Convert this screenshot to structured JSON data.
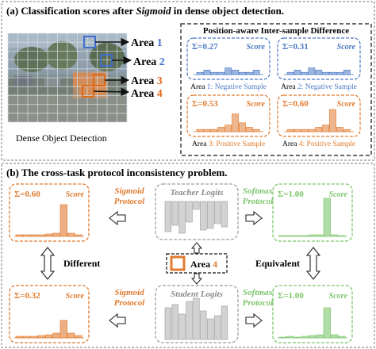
{
  "panel_a": {
    "title_prefix": "(a) Classification scores after ",
    "title_emph": "Sigmoid",
    "title_suffix": " in dense object detection.",
    "image_caption": "Dense Object Detection",
    "subpanel_title": "Position-aware Inter-sample Difference",
    "area_word": "Area",
    "areas": [
      {
        "num": "1",
        "sum": "Σ=0.27",
        "score": "Score",
        "caption_prefix": "Area ",
        "caption_num": "1",
        "caption_suffix": ": Negative Sample",
        "color": "#4a78c4",
        "heights": [
          1,
          2,
          1,
          1,
          3,
          2,
          1,
          1,
          2
        ]
      },
      {
        "num": "2",
        "sum": "Σ=0.31",
        "score": "Score",
        "caption_prefix": "Area ",
        "caption_num": "2",
        "caption_suffix": ": Negative Sample",
        "color": "#4a78c4",
        "heights": [
          1,
          2,
          1,
          3,
          2,
          1,
          1,
          1,
          2
        ]
      },
      {
        "num": "3",
        "sum": "Σ=0.53",
        "score": "Score",
        "caption_prefix": "Area ",
        "caption_num": "3",
        "caption_suffix": ": Positive Sample",
        "color": "#e07a2e",
        "heights": [
          1,
          1,
          1,
          2,
          3,
          8,
          4,
          2,
          1
        ]
      },
      {
        "num": "4",
        "sum": "Σ=0.60",
        "score": "Score",
        "caption_prefix": "Area ",
        "caption_num": "4",
        "caption_suffix": ": Positive Sample",
        "color": "#e07a2e",
        "heights": [
          1,
          1,
          1,
          1,
          2,
          3,
          10,
          2,
          1
        ]
      }
    ]
  },
  "panel_b": {
    "title": "(b) The cross-task protocol inconsistency problem.",
    "teacher_logits": "Teacher Logits",
    "student_logits": "Student Logits",
    "sigmoid_protocol": [
      "Sigmoid",
      "Protocol"
    ],
    "softmax_protocol": [
      "Softmax",
      "Protocol"
    ],
    "different": "Different",
    "equivalent": "Equivalent",
    "area_label": "Area",
    "area_num": "4",
    "score": "Score",
    "teacher_sigmoid_sum": "Σ=0.60",
    "teacher_softmax_sum": "Σ=1.00",
    "student_sigmoid_sum": "Σ=0.32",
    "student_softmax_sum": "Σ=1.00",
    "colors": {
      "sigmoid": "#e07a2e",
      "softmax": "#7cc56b",
      "logits": "#b5b5b5"
    },
    "teacher_logit_heights": [
      38,
      30,
      40,
      26,
      10,
      36,
      34,
      28,
      32
    ],
    "student_logit_heights": [
      40,
      44,
      32,
      48,
      52,
      36,
      26,
      30,
      42
    ],
    "teacher_sigmoid_heights": [
      2,
      2,
      2,
      2,
      3,
      4,
      40,
      4,
      2
    ],
    "teacher_softmax_heights": [
      1,
      1,
      1,
      1,
      2,
      2,
      48,
      2,
      1
    ],
    "student_sigmoid_heights": [
      2,
      2,
      2,
      3,
      4,
      6,
      22,
      6,
      3
    ],
    "student_softmax_heights": [
      1,
      2,
      1,
      2,
      3,
      4,
      38,
      4,
      2
    ]
  }
}
